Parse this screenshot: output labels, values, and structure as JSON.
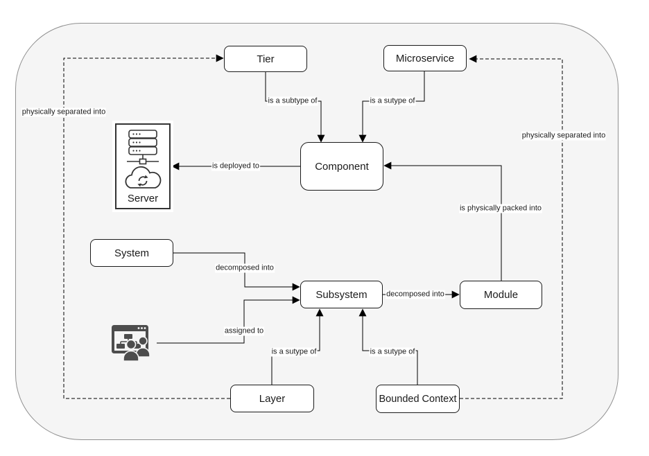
{
  "diagram": {
    "nodes": {
      "tier": {
        "label": "Tier"
      },
      "microservice": {
        "label": "Microservice"
      },
      "component": {
        "label": "Component"
      },
      "server": {
        "label": "Server"
      },
      "system": {
        "label": "System"
      },
      "subsystem": {
        "label": "Subsystem"
      },
      "module": {
        "label": "Module"
      },
      "layer": {
        "label": "Layer"
      },
      "bounded_context": {
        "label": "Bounded Context"
      }
    },
    "edges": {
      "tier_to_component": {
        "label": "is a subtype of"
      },
      "microservice_to_component": {
        "label": "is a sutype of"
      },
      "component_to_server": {
        "label": "is deployed to"
      },
      "module_to_component": {
        "label": "is physically packed into"
      },
      "system_to_subsystem": {
        "label": "decomposed into"
      },
      "team_to_subsystem": {
        "label": "assigned to"
      },
      "subsystem_to_module": {
        "label": "decomposed into"
      },
      "layer_to_subsystem": {
        "label": "is a sutype of"
      },
      "bounded_context_to_subsystem": {
        "label": "is a sutype of"
      },
      "layer_to_tier": {
        "label": "physically separated into"
      },
      "bounded_context_to_microservice": {
        "label": "physically separated into"
      }
    },
    "icons": {
      "server": "server-rack-cloud-sync-icon",
      "team": "org-chart-team-window-icon"
    },
    "colors": {
      "boundary_fill": "#f5f5f5",
      "boundary_border": "#8f8f8f",
      "node_fill": "#ffffff",
      "node_border": "#1a1a1a",
      "line": "#000000",
      "icon_gray": "#4d4d4d"
    }
  }
}
